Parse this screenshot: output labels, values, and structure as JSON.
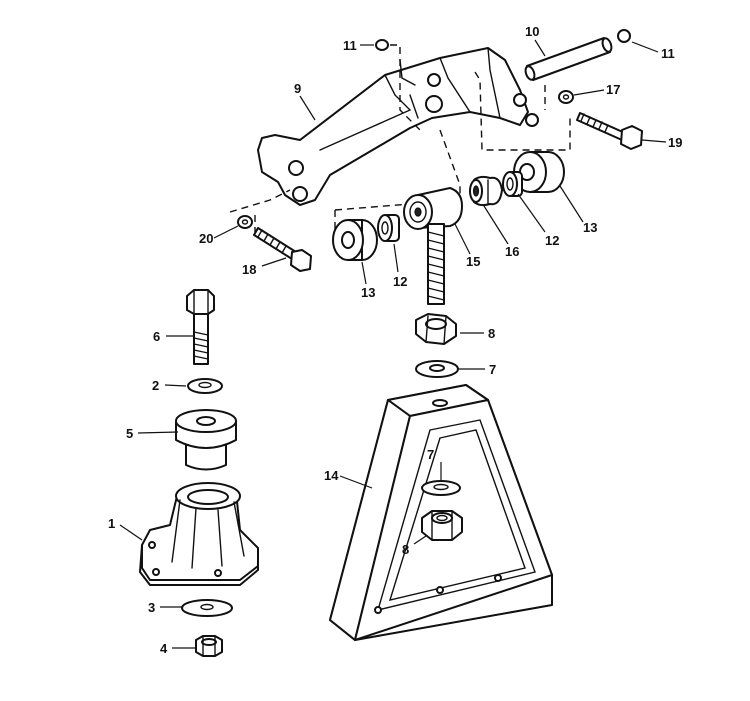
{
  "figure": {
    "callouts": [
      {
        "id": "c1",
        "label": "1"
      },
      {
        "id": "c2",
        "label": "2"
      },
      {
        "id": "c3",
        "label": "3"
      },
      {
        "id": "c4",
        "label": "4"
      },
      {
        "id": "c5",
        "label": "5"
      },
      {
        "id": "c6",
        "label": "6"
      },
      {
        "id": "c7a",
        "label": "7"
      },
      {
        "id": "c7b",
        "label": "7"
      },
      {
        "id": "c8a",
        "label": "8"
      },
      {
        "id": "c8b",
        "label": "8"
      },
      {
        "id": "c9",
        "label": "9"
      },
      {
        "id": "c10",
        "label": "10"
      },
      {
        "id": "c11a",
        "label": "11"
      },
      {
        "id": "c11b",
        "label": "11"
      },
      {
        "id": "c12a",
        "label": "12"
      },
      {
        "id": "c12b",
        "label": "12"
      },
      {
        "id": "c13a",
        "label": "13"
      },
      {
        "id": "c13b",
        "label": "13"
      },
      {
        "id": "c14",
        "label": "14"
      },
      {
        "id": "c15",
        "label": "15"
      },
      {
        "id": "c16",
        "label": "16"
      },
      {
        "id": "c17",
        "label": "17"
      },
      {
        "id": "c18",
        "label": "18"
      },
      {
        "id": "c19",
        "label": "19"
      },
      {
        "id": "c20",
        "label": "20"
      }
    ]
  }
}
